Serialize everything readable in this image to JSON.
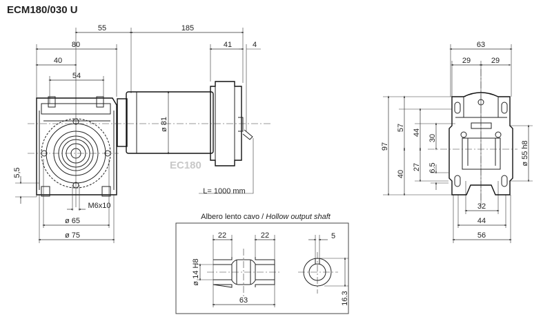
{
  "title": "ECM180/030 U",
  "motor_label": "EC180",
  "cable_length": "L= 1000 mm",
  "front_view": {
    "dims": {
      "d55": "55",
      "d185": "185",
      "d80": "80",
      "d40": "40",
      "d54": "54",
      "d41": "41",
      "d4": "4",
      "d81": "ø 81",
      "d5_5": "5,5",
      "m6": "M6x10",
      "d65": "ø 65",
      "d75": "ø 75"
    }
  },
  "side_view": {
    "dims": {
      "d63": "63",
      "d29a": "29",
      "d29b": "29",
      "d97": "97",
      "d57": "57",
      "d40": "40",
      "d44v": "44",
      "d27": "27",
      "d30": "30",
      "d6_5": "6.5",
      "d55h8": "ø 55 h8",
      "d32": "32",
      "d44h": "44",
      "d56": "56"
    }
  },
  "shaft": {
    "caption_normal": "Albero lento cavo / ",
    "caption_italic": "Hollow output shaft",
    "dims": {
      "d22a": "22",
      "d22b": "22",
      "d14": "ø 14 H8",
      "d63": "63",
      "d5": "5",
      "d16_3": "16.3"
    }
  }
}
